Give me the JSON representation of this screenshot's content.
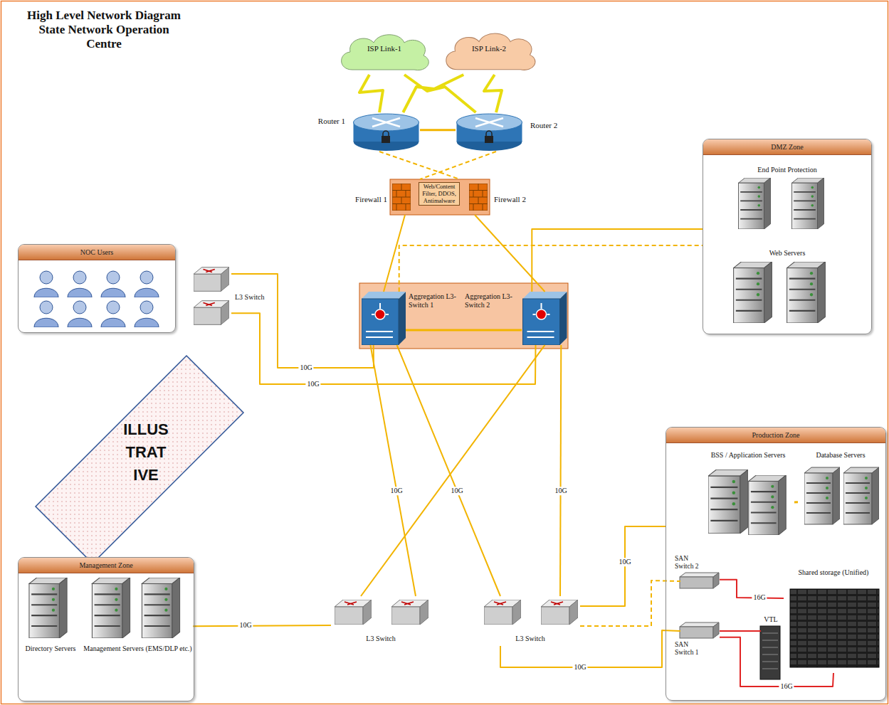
{
  "diagram": {
    "title": "High Level Network Diagram State Network Operation Centre",
    "nodes": [
      {
        "text": [
          "ISP Link-1"
        ]
      },
      {
        "text": [
          "ISP Link-2"
        ]
      },
      {
        "text": [
          "Router 1"
        ]
      },
      {
        "text": [
          "Router 2"
        ]
      },
      {
        "text": [
          "Firewall 1",
          "Web/Content Filter, DDOS, Antimalware",
          "Firewall 2"
        ]
      },
      {
        "text": [
          "DMZ Zone"
        ]
      },
      {
        "text": [
          "End Point Protection"
        ],
        "in": 5
      },
      {
        "text": [
          "Web Servers"
        ],
        "in": 5
      },
      {
        "text": [
          "NOC Users"
        ]
      },
      {
        "text": [
          "L3 Switch"
        ]
      },
      {
        "text": [
          "Aggregation L3-Switch 1"
        ]
      },
      {
        "text": [
          "Aggregation L3-Switch 2"
        ]
      },
      {
        "text": [
          "Production Zone"
        ]
      },
      {
        "text": [
          "BSS / Application Servers"
        ],
        "in": 12
      },
      {
        "text": [
          "Database Servers"
        ],
        "in": 12
      },
      {
        "text": [
          "SAN Switch 2"
        ],
        "in": 12
      },
      {
        "text": [
          "Shared storage (Unified)"
        ],
        "in": 12
      },
      {
        "text": [
          "VTL"
        ],
        "in": 12
      },
      {
        "text": [
          "SAN Switch 1"
        ],
        "in": 12
      },
      {
        "text": [
          "Management Zone"
        ]
      },
      {
        "text": [
          "Directory Servers"
        ],
        "in": 19
      },
      {
        "text": [
          "Management Servers (EMS/DLP etc.)"
        ],
        "in": 19
      },
      {
        "text": [
          "L3 Switch"
        ]
      },
      {
        "text": [
          "L3 Switch"
        ]
      }
    ],
    "edges": [
      {
        "from": 0,
        "to": 2,
        "arrow": "none"
      },
      {
        "from": 0,
        "to": 3,
        "arrow": "none"
      },
      {
        "from": 1,
        "to": 2,
        "arrow": "none"
      },
      {
        "from": 1,
        "to": 3,
        "arrow": "none"
      },
      {
        "from": 2,
        "to": 3,
        "arrow": "none"
      },
      {
        "from": 2,
        "to": 4,
        "arrow": "none"
      },
      {
        "from": 3,
        "to": 4,
        "arrow": "none"
      },
      {
        "from": 4,
        "to": 10,
        "arrow": "none"
      },
      {
        "from": 4,
        "to": 11,
        "arrow": "none"
      },
      {
        "from": 10,
        "to": 11,
        "arrow": "none"
      },
      {
        "from": 11,
        "to": 5,
        "arrow": "none"
      },
      {
        "from": 10,
        "to": 5,
        "arrow": "none"
      },
      {
        "from": 9,
        "to": 10,
        "label": "10G",
        "arrow": "none"
      },
      {
        "from": 9,
        "to": 11,
        "label": "10G",
        "arrow": "none"
      },
      {
        "from": 10,
        "to": 22,
        "label": "10G",
        "arrow": "none"
      },
      {
        "from": 11,
        "to": 22,
        "arrow": "none"
      },
      {
        "from": 10,
        "to": 23,
        "label": "10G",
        "arrow": "none"
      },
      {
        "from": 11,
        "to": 23,
        "label": "10G",
        "arrow": "none"
      },
      {
        "from": 21,
        "to": 22,
        "label": "10G",
        "arrow": "none"
      },
      {
        "from": 23,
        "to": 12,
        "label": "10G",
        "arrow": "none"
      },
      {
        "from": 23,
        "to": 15,
        "arrow": "none"
      },
      {
        "from": 23,
        "to": 18,
        "label": "10G",
        "arrow": "none"
      },
      {
        "from": 13,
        "to": 14,
        "arrow": "none"
      },
      {
        "from": 15,
        "to": 16,
        "label": "16G",
        "arrow": "none"
      },
      {
        "from": 18,
        "to": 17,
        "arrow": "none"
      },
      {
        "from": 18,
        "to": 16,
        "label": "16G",
        "arrow": "none"
      }
    ],
    "labels": [
      "ILLUS TRAT IVE"
    ]
  }
}
